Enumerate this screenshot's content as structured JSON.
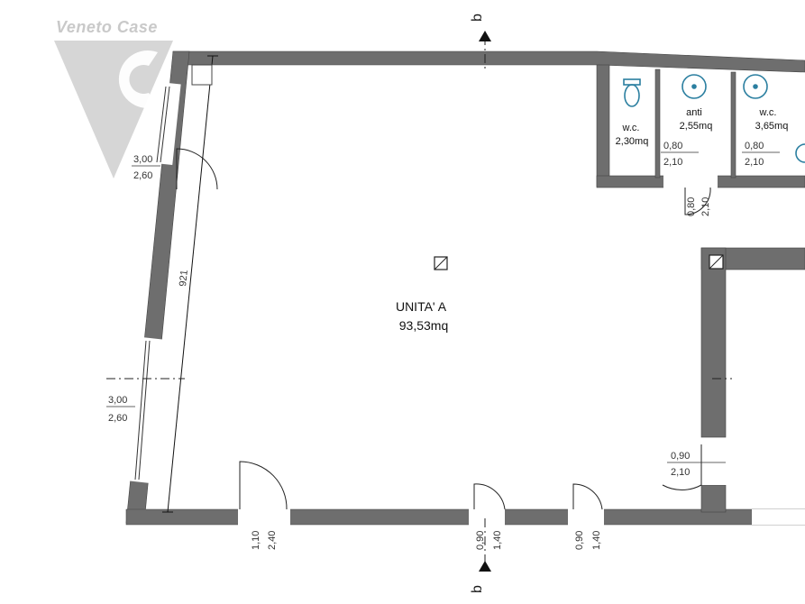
{
  "logo": {
    "text": "Veneto Case",
    "letter": "C"
  },
  "section_marks": {
    "top": "b",
    "bottom": "b"
  },
  "main_room": {
    "name": "UNITA' A",
    "area": "93,53mq"
  },
  "rooms": [
    {
      "name": "w.c.",
      "area": "2,30mq"
    },
    {
      "name": "anti",
      "area": "2,55mq"
    },
    {
      "name": "w.c.",
      "area": "3,65mq"
    }
  ],
  "wall_length": "921",
  "openings": {
    "window_1": {
      "width": "3,00",
      "height": "2,60"
    },
    "window_2": {
      "width": "3,00",
      "height": "2,60"
    },
    "door_wc_1": {
      "width": "0,80",
      "height": "2,10"
    },
    "door_wc_2": {
      "width": "0,80",
      "height": "2,10"
    },
    "door_anti": {
      "width": "0,80",
      "height": "2,10"
    },
    "door_right": {
      "width": "0,90",
      "height": "2,10"
    },
    "door_bottom_1": {
      "width": "1,10",
      "height": "2,40"
    },
    "door_bottom_2": {
      "width": "0,90",
      "height": "1,40"
    },
    "door_bottom_3": {
      "width": "0,90",
      "height": "1,40"
    }
  },
  "colors": {
    "wall": "#6e6e6e",
    "logo": "#c9c9c9",
    "fixture": "#2b7fa0"
  }
}
